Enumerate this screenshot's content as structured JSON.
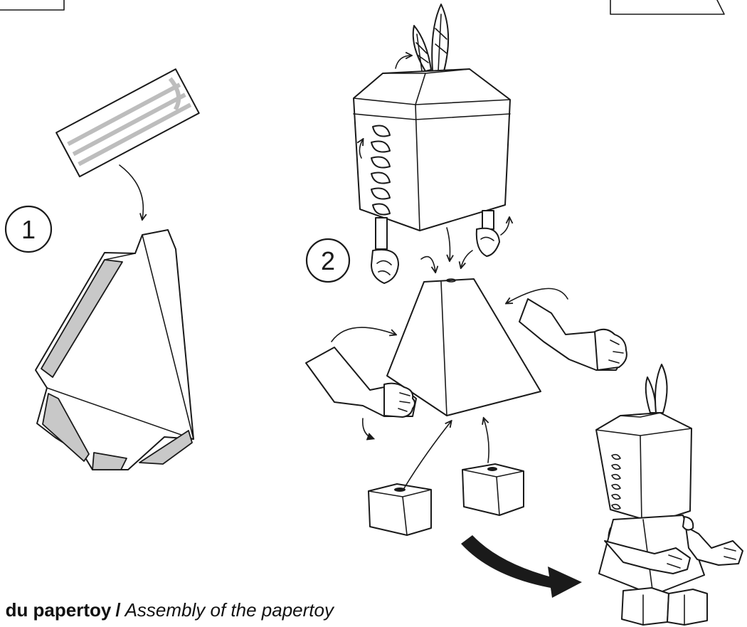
{
  "steps": [
    {
      "number": "1"
    },
    {
      "number": "2"
    }
  ],
  "caption": {
    "french": "ge du papertoy",
    "separator": "/",
    "english": "Assembly of the papertoy"
  },
  "colors": {
    "line": "#1a1a1a",
    "glue_area": "#c8c8c8",
    "background": "#ffffff"
  }
}
